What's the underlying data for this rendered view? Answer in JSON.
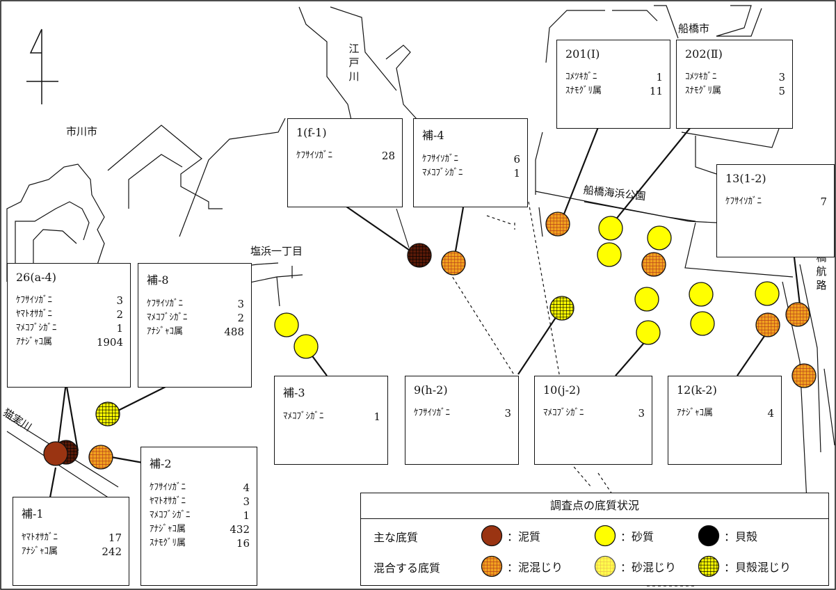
{
  "place_names": {
    "ichikawa": "市川市",
    "funabashi": "船橋市",
    "edogawa": "江戸川",
    "shiohama": "塩浜一丁目",
    "park": "船橋海浜公園",
    "nekozane": "猫実川",
    "channel_partial": "橋航路"
  },
  "boxes": [
    {
      "id": "26a4",
      "title": "26(a-4)",
      "rows": [
        {
          "name": "ｹﾌｻｲｿｶﾞﾆ",
          "count": "3"
        },
        {
          "name": "ﾔﾏﾄｵｻｶﾞﾆ",
          "count": "2"
        },
        {
          "name": "ﾏﾒｺﾌﾞｼｶﾞﾆ",
          "count": "1"
        },
        {
          "name": "ｱﾅｼﾞｬｺ属",
          "count": "1904"
        }
      ]
    },
    {
      "id": "ho8",
      "title": "補-8",
      "rows": [
        {
          "name": "ｹﾌｻｲｿｶﾞﾆ",
          "count": "3"
        },
        {
          "name": "ﾏﾒｺﾌﾞｼｶﾞﾆ",
          "count": "2"
        },
        {
          "name": "ｱﾅｼﾞｬｺ属",
          "count": "488"
        }
      ]
    },
    {
      "id": "1f1",
      "title": "1(f-1)",
      "rows": [
        {
          "name": "ｹﾌｻｲｿｶﾞﾆ",
          "count": "28"
        }
      ]
    },
    {
      "id": "ho4",
      "title": "補-4",
      "rows": [
        {
          "name": "ｹﾌｻｲｿｶﾞﾆ",
          "count": "6"
        },
        {
          "name": "ﾏﾒｺﾌﾞｼｶﾞﾆ",
          "count": "1"
        }
      ]
    },
    {
      "id": "201",
      "title": "201(Ⅰ)",
      "rows": [
        {
          "name": "ｺﾒﾂｷｶﾞﾆ",
          "count": "1"
        },
        {
          "name": "ｽﾅﾓｸﾞﾘ属",
          "count": "11"
        }
      ]
    },
    {
      "id": "202",
      "title": "202(Ⅱ)",
      "rows": [
        {
          "name": "ｺﾒﾂｷｶﾞﾆ",
          "count": "3"
        },
        {
          "name": "ｽﾅﾓｸﾞﾘ属",
          "count": "5"
        }
      ]
    },
    {
      "id": "13",
      "title": "13(1-2)",
      "rows": [
        {
          "name": "ｹﾌｻｲｿｶﾞﾆ",
          "count": "7"
        }
      ]
    },
    {
      "id": "ho3",
      "title": "補-3",
      "rows": [
        {
          "name": "ﾏﾒｺﾌﾞｼｶﾞﾆ",
          "count": "1"
        }
      ]
    },
    {
      "id": "9h2",
      "title": "9(h-2)",
      "rows": [
        {
          "name": "ｹﾌｻｲｿｶﾞﾆ",
          "count": "3"
        }
      ]
    },
    {
      "id": "10j2",
      "title": "10(j-2)",
      "rows": [
        {
          "name": "ﾏﾒｺﾌﾞｼｶﾞﾆ",
          "count": "3"
        }
      ]
    },
    {
      "id": "12k2",
      "title": "12(k-2)",
      "rows": [
        {
          "name": "ｱﾅｼﾞｬｺ属",
          "count": "4"
        }
      ]
    },
    {
      "id": "ho2",
      "title": "補-2",
      "rows": [
        {
          "name": "ｹﾌｻｲｿｶﾞﾆ",
          "count": "4"
        },
        {
          "name": "ﾔﾏﾄｵｻｶﾞﾆ",
          "count": "3"
        },
        {
          "name": "ﾏﾒｺﾌﾞｼｶﾞﾆ",
          "count": "1"
        },
        {
          "name": "ｱﾅｼﾞｬｺ属",
          "count": "432"
        },
        {
          "name": "ｽﾅﾓｸﾞﾘ属",
          "count": "16"
        }
      ]
    },
    {
      "id": "ho1",
      "title": "補-1",
      "rows": [
        {
          "name": "ﾔﾏﾄｵｻｶﾞﾆ",
          "count": "17"
        },
        {
          "name": "ｱﾅｼﾞｬｺ属",
          "count": "242"
        }
      ]
    }
  ],
  "legend": {
    "title": "調査点の底質状況",
    "row1_label": "主な底質",
    "row2_label": "混合する底質",
    "mud": "：泥質",
    "sand": "：砂質",
    "shell": "：貝殻",
    "mud_mix": "：泥混じり",
    "sand_mix": "：砂混じり",
    "shell_mix": "：貝殻混じり"
  },
  "colors": {
    "mud": "#9a3412",
    "sand": "#ffff00",
    "shell": "#000000",
    "mud_mix_bg": "#f2a31f",
    "mud_mix_grid": "#b23a1a",
    "sand_mix_bg": "#ffff00",
    "sand_mix_grid": "#e0a000",
    "shell_mix_bg": "#ffff00",
    "shell_mix_grid": "#000000",
    "mud_shell_bg": "#5a1a08",
    "mud_shell_grid": "#000000"
  },
  "survey_points": [
    {
      "type": "shell_mix_dark"
    },
    {
      "type": "shell_mix"
    },
    {
      "type": "sand"
    },
    {
      "type": "sand"
    },
    {
      "type": "sand_mix_dense"
    },
    {
      "type": "mud"
    },
    {
      "type": "shell_mix_dark"
    },
    {
      "type": "sand_mix_dense"
    },
    {
      "type": "shell_mix"
    },
    {
      "type": "mud_mix"
    },
    {
      "type": "sand"
    },
    {
      "type": "sand"
    },
    {
      "type": "sand"
    },
    {
      "type": "mud_mix"
    },
    {
      "type": "sand"
    },
    {
      "type": "sand"
    },
    {
      "type": "sand"
    },
    {
      "type": "sand"
    },
    {
      "type": "sand"
    },
    {
      "type": "mud_mix"
    },
    {
      "type": "mud_mix"
    },
    {
      "type": "mud_mix"
    }
  ]
}
